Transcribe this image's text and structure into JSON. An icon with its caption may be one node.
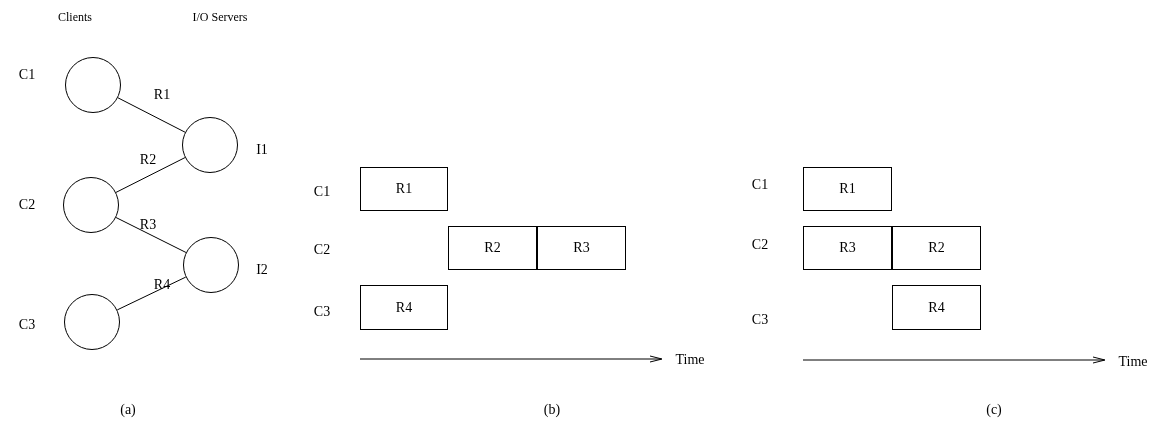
{
  "diagram": {
    "nodes": [
      {
        "text": [],
        "shape": "circle",
        "beside": [
          "C1"
        ]
      },
      {
        "text": [],
        "shape": "circle",
        "beside": [
          "I1"
        ]
      },
      {
        "text": [],
        "shape": "circle",
        "beside": [
          "C2"
        ]
      },
      {
        "text": [],
        "shape": "circle",
        "beside": [
          "I2"
        ]
      },
      {
        "text": [],
        "shape": "circle",
        "beside": [
          "C3"
        ]
      },
      {
        "text": [
          "R1"
        ]
      },
      {
        "text": [
          "R2"
        ]
      },
      {
        "text": [
          "R3"
        ]
      },
      {
        "text": [
          "R4"
        ]
      },
      {
        "text": [
          "R1"
        ]
      },
      {
        "text": [
          "R3"
        ]
      },
      {
        "text": [
          "R2"
        ]
      },
      {
        "text": [
          "R4"
        ]
      }
    ],
    "edges": [
      {
        "from": 0,
        "to": 1,
        "arrow": "none",
        "label": "R1"
      },
      {
        "from": 2,
        "to": 1,
        "arrow": "none",
        "label": "R2"
      },
      {
        "from": 2,
        "to": 3,
        "arrow": "none",
        "label": "R3"
      },
      {
        "from": 4,
        "to": 3,
        "arrow": "none",
        "label": "R4"
      }
    ],
    "labels": [
      "Clients",
      "I/O Servers",
      "C1",
      "C1",
      "C2",
      "C2",
      "C3",
      "C3",
      "Time",
      "Time",
      "(a)",
      "(b)",
      "(c)"
    ]
  }
}
